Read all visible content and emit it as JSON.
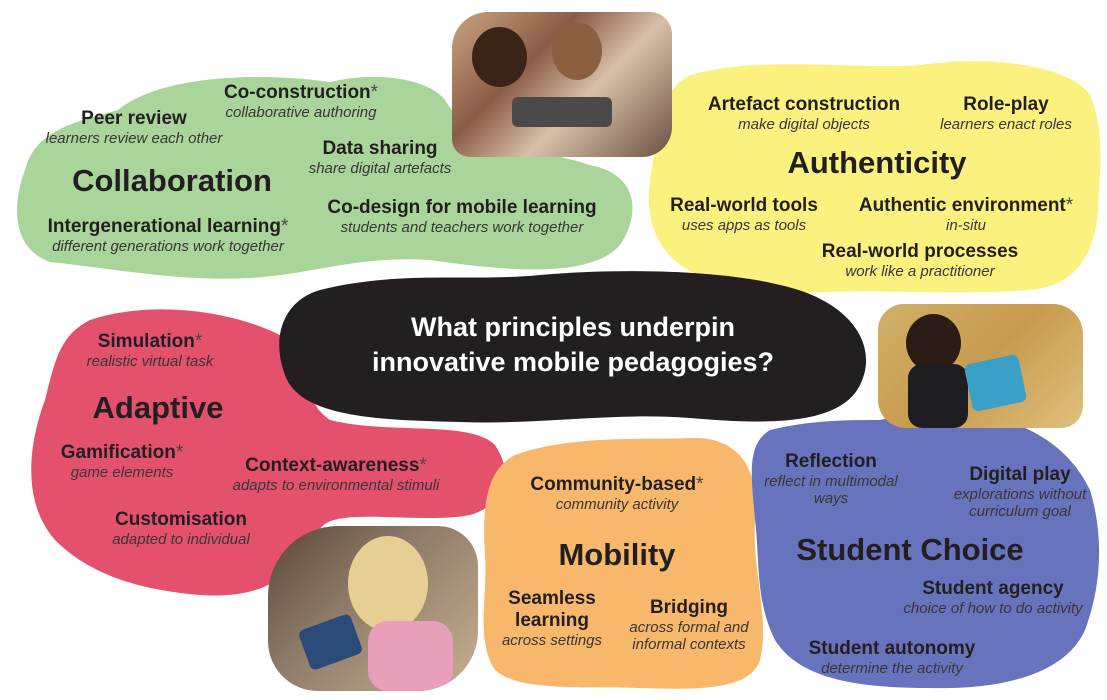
{
  "colors": {
    "collaboration": "#a9d59a",
    "authenticity": "#fbf17f",
    "adaptive": "#e4516d",
    "mobility": "#f7b86b",
    "student_choice": "#6873bd",
    "center": "#231f20"
  },
  "center_question": {
    "line1": "What principles underpin",
    "line2": "innovative mobile pedagogies?"
  },
  "collaboration": {
    "title": "Collaboration",
    "items": [
      {
        "name": "Peer review",
        "desc": "learners review each other"
      },
      {
        "name": "Co-construction",
        "desc": "collaborative authoring"
      },
      {
        "name": "Data sharing",
        "desc": "share digital artefacts"
      },
      {
        "name": "Intergenerational learning",
        "desc": "different generations work together"
      },
      {
        "name": "Co-design for mobile learning",
        "desc": "students and teachers work together"
      }
    ]
  },
  "authenticity": {
    "title": "Authenticity",
    "items": [
      {
        "name": "Artefact construction",
        "desc": "make digital objects"
      },
      {
        "name": "Role-play",
        "desc": "learners enact roles"
      },
      {
        "name": "Real-world tools",
        "desc": "uses apps as tools"
      },
      {
        "name": "Authentic environment",
        "desc": "in-situ"
      },
      {
        "name": "Real-world processes",
        "desc": "work like a practitioner"
      }
    ]
  },
  "adaptive": {
    "title": "Adaptive",
    "items": [
      {
        "name": "Simulation",
        "desc": "realistic virtual task"
      },
      {
        "name": "Gamification",
        "desc": "game elements"
      },
      {
        "name": "Context-awareness",
        "desc": "adapts to environmental stimuli"
      },
      {
        "name": "Customisation",
        "desc": "adapted to individual"
      }
    ]
  },
  "mobility": {
    "title": "Mobility",
    "items": [
      {
        "name": "Community-based",
        "desc": "community activity"
      },
      {
        "name": "Seamless learning",
        "desc": "across settings"
      },
      {
        "name": "Bridging",
        "desc": "across formal and informal contexts"
      }
    ]
  },
  "student_choice": {
    "title": "Student Choice",
    "items": [
      {
        "name": "Reflection",
        "desc": "reflect in multimodal ways"
      },
      {
        "name": "Digital play",
        "desc": "explorations without curriculum goal"
      },
      {
        "name": "Student agency",
        "desc": "choice of how to do activity"
      },
      {
        "name": "Student autonomy",
        "desc": "determine the activity"
      }
    ]
  },
  "asterisk": "*"
}
